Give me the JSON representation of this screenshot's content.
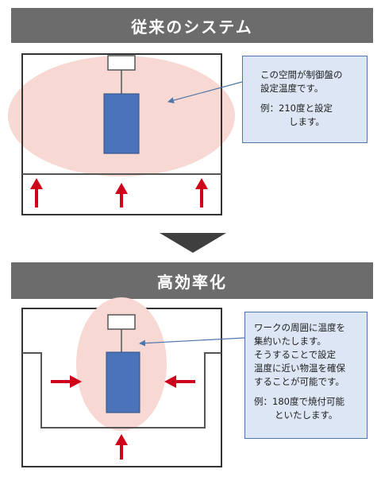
{
  "sections": {
    "old": {
      "title": "従来のシステム"
    },
    "new": {
      "title": "高効率化"
    }
  },
  "callout_old": {
    "line1": "この空間が制御盤の",
    "line2": "設定温度です。",
    "example_line1": "例：210度と設定",
    "example_line2": "します。"
  },
  "callout_new": {
    "line1": "ワークの周囲に温度を",
    "line2": "集約いたします。",
    "line3": "そうすることで設定",
    "line4": "温度に近い物温を確保",
    "line5": "することが可能です。",
    "example_line1": "例：180度で焼付可能",
    "example_line2": "といたします。"
  },
  "colors": {
    "banner": "#6c6c6c",
    "heat_zone": "#f8d8d2",
    "workpiece": "#4a73ba",
    "arrow": "#d0021b",
    "callout_fill": "#dce6f4",
    "callout_border": "#4e76a9",
    "frame": "#333333"
  },
  "icons": {
    "transition": "down-triangle-icon",
    "heat": "red-arrow-icon"
  }
}
